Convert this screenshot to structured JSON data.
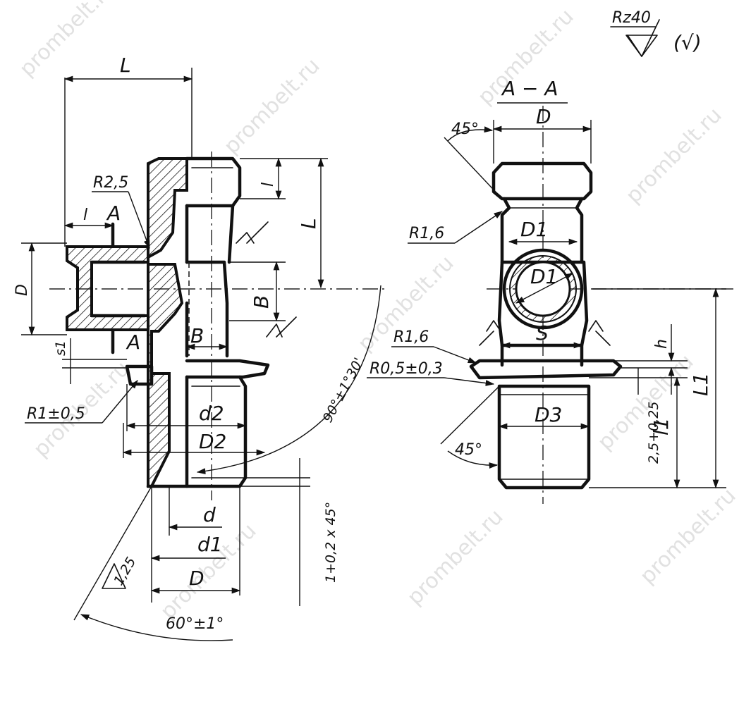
{
  "roughness": {
    "symbol": "Rz40",
    "other": "(√)"
  },
  "section_title": "A − A",
  "left_view": {
    "L_top": "L",
    "R25": "R2,5",
    "l_flange": "l",
    "section_mark_top": "A",
    "section_mark_bottom": "A",
    "D_left": "D",
    "s1": "s1",
    "R1": "R1±0,5",
    "l_upper": "l",
    "L_right": "L",
    "B_right": "B",
    "B_inner": "B",
    "d2": "d2",
    "D2": "D2",
    "angle_90": "90°±1°30'",
    "d": "d",
    "d1": "d1",
    "D_bottom": "D",
    "chamfer": "1+0,2 x 45°",
    "roughness_125": "1,25",
    "angle_60": "60°±1°"
  },
  "right_view": {
    "angle_45_top": "45°",
    "D_top": "D",
    "R16_top": "R1,6",
    "D1_outer": "D1",
    "D1_inner": "D1",
    "R16_mid": "R1,6",
    "R05": "R0,5±0,3",
    "S": "S",
    "h": "h",
    "L1": "L1",
    "tol": "2,5+0,25",
    "l1": "l1",
    "D3": "D3",
    "angle_45_bottom": "45°"
  },
  "watermark": "prombelt.ru"
}
